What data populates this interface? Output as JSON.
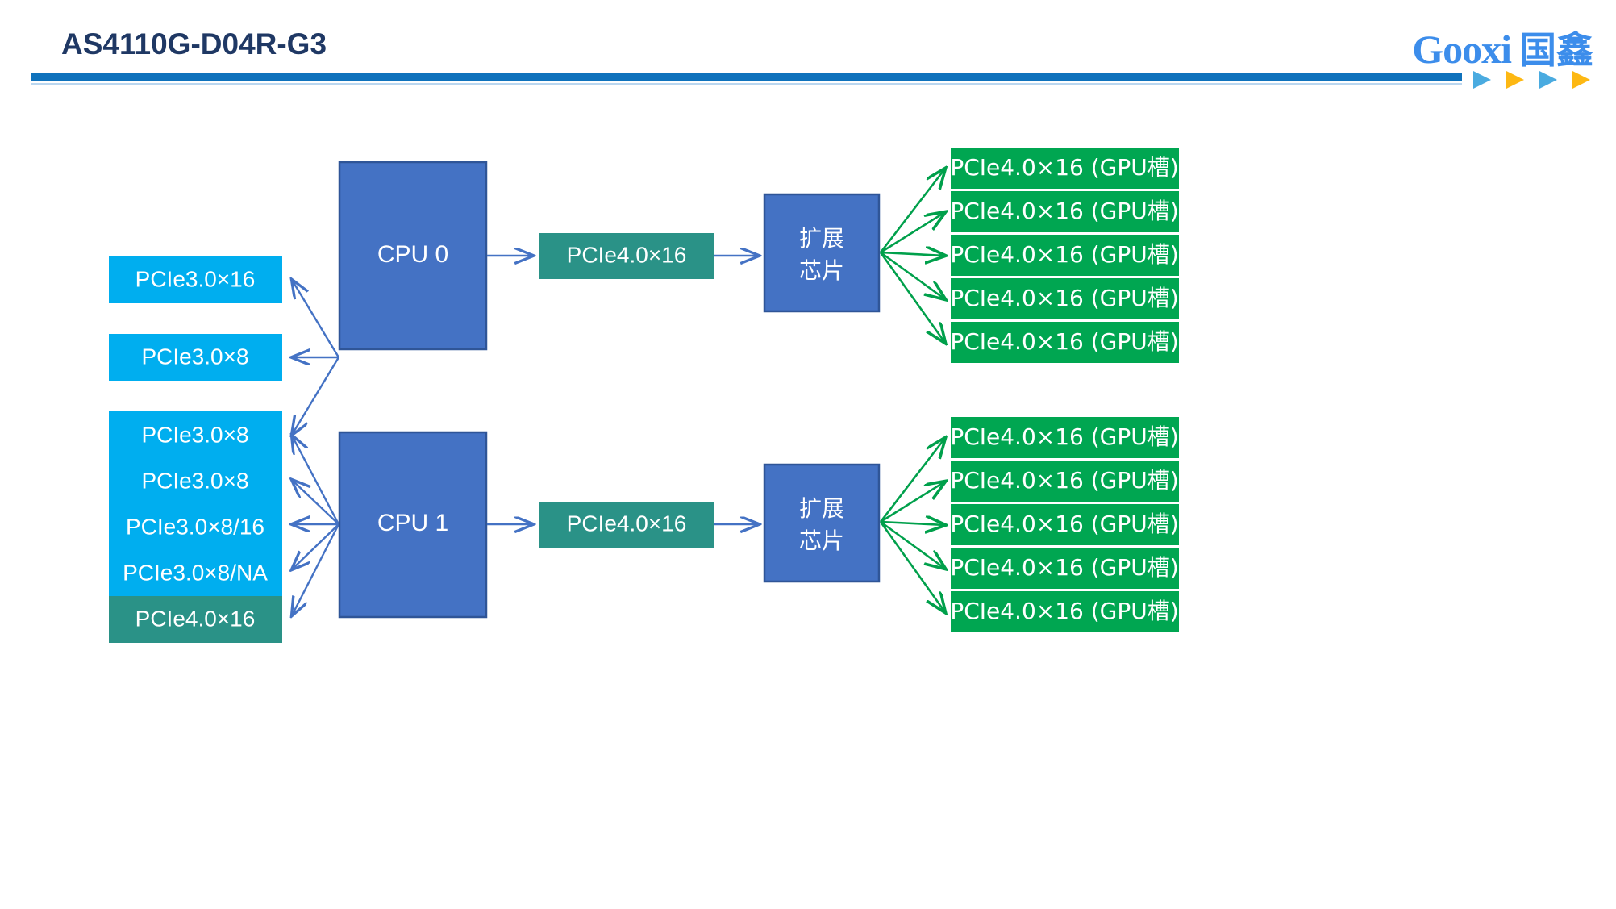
{
  "header": {
    "title": "AS4110G-D04R-G3",
    "brand_latin": "Gooxi",
    "brand_cjk": "国鑫",
    "accent_color": "#0F72BC",
    "title_color": "#1F3864",
    "brand_color": "#3C8DEB",
    "arrow_colors": [
      "#4AABE0",
      "#FDB813",
      "#4AABE0",
      "#FDB813"
    ]
  },
  "palette": {
    "light_blue": "#00AEEF",
    "cpu_blue": "#4472C4",
    "cpu_border": "#2F5597",
    "teal": "#2A9287",
    "green": "#00A651",
    "link_blue": "#4472C4",
    "link_green": "#00A04B"
  },
  "diagram": {
    "type": "block-diagram",
    "groups": [
      {
        "id": "cpu0-group",
        "cpu": {
          "label": "CPU 0",
          "color": "#4472C4"
        },
        "left_slots": [
          {
            "label": "PCIe3.0×16",
            "color": "#00AEEF"
          },
          {
            "label": "PCIe3.0×8",
            "color": "#00AEEF"
          },
          {
            "label": "PCIe3.0×8",
            "color": "#00AEEF"
          }
        ],
        "uplink": {
          "label": "PCIe4.0×16",
          "color": "#2A9287"
        },
        "switch": {
          "label_line1": "扩展",
          "label_line2": "芯片",
          "color": "#4472C4"
        },
        "gpu_slots": [
          {
            "label": "PCIe4.0×16 (GPU槽)",
            "color": "#00A651"
          },
          {
            "label": "PCIe4.0×16 (GPU槽)",
            "color": "#00A651"
          },
          {
            "label": "PCIe4.0×16 (GPU槽)",
            "color": "#00A651"
          },
          {
            "label": "PCIe4.0×16 (GPU槽)",
            "color": "#00A651"
          },
          {
            "label": "PCIe4.0×16 (GPU槽)",
            "color": "#00A651"
          }
        ]
      },
      {
        "id": "cpu1-group",
        "cpu": {
          "label": "CPU 1",
          "color": "#4472C4"
        },
        "left_slots": [
          {
            "label": "PCIe3.0×8",
            "color": "#00AEEF"
          },
          {
            "label": "PCIe3.0×8",
            "color": "#00AEEF"
          },
          {
            "label": "PCIe3.0×8/16",
            "color": "#00AEEF"
          },
          {
            "label": "PCIe3.0×8/NA",
            "color": "#00AEEF"
          },
          {
            "label": "PCIe4.0×16",
            "color": "#2A9287"
          }
        ],
        "uplink": {
          "label": "PCIe4.0×16",
          "color": "#2A9287"
        },
        "switch": {
          "label_line1": "扩展",
          "label_line2": "芯片",
          "color": "#4472C4"
        },
        "gpu_slots": [
          {
            "label": "PCIe4.0×16 (GPU槽)",
            "color": "#00A651"
          },
          {
            "label": "PCIe4.0×16 (GPU槽)",
            "color": "#00A651"
          },
          {
            "label": "PCIe4.0×16 (GPU槽)",
            "color": "#00A651"
          },
          {
            "label": "PCIe4.0×16 (GPU槽)",
            "color": "#00A651"
          },
          {
            "label": "PCIe4.0×16 (GPU槽)",
            "color": "#00A651"
          }
        ]
      }
    ]
  }
}
